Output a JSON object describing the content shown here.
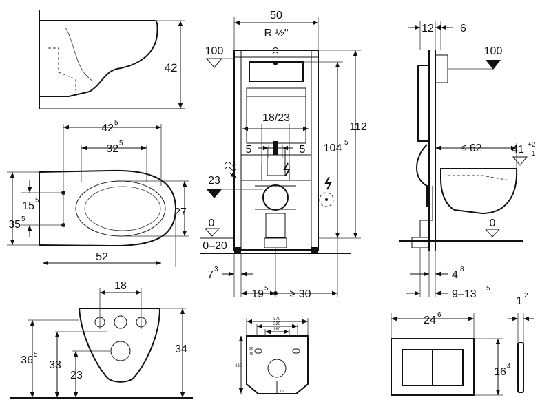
{
  "colors": {
    "line": "#111111",
    "background": "#ffffff"
  },
  "icons": [
    "water-supply-icon",
    "electrical-connection-icon",
    "level-marker-icon",
    "dimension-dot-icon"
  ],
  "bowl_side": {
    "height": "42"
  },
  "bowl_top": {
    "outer_width": "42",
    "outer_width_sup": "5",
    "inner_width": "32",
    "inner_width_sup": "5",
    "height": "27",
    "length": "52",
    "offset": "15",
    "offset_sup": "5",
    "depth": "35",
    "depth_sup": "5"
  },
  "bowl_rear": {
    "bolt_spacing": "18",
    "height_total": "36",
    "height_total_sup": "5",
    "height_mid": "33",
    "height_low": "23",
    "height_bowl": "34"
  },
  "frame_front": {
    "width": "50",
    "connection": "R ½\"",
    "level_top": "100",
    "level_bottom": "0",
    "level_range": "0–20",
    "level_outlet": "23",
    "outlet_spacing": "18/23",
    "offset_left": "5",
    "offset_right": "5",
    "height_inner": "104",
    "height_inner_sup": "5",
    "height_total": "112",
    "foot": "7",
    "foot_sup": "3",
    "spacing": "19",
    "spacing_sup": "5",
    "min_spacing": "≥ 30"
  },
  "frame_side": {
    "width_top": "12",
    "width_top_right": "6",
    "level_top": "100",
    "projection": "≤ 62",
    "bowl_height": "41",
    "tol_plus": "+2",
    "tol_minus": "−1",
    "level_bottom": "0",
    "depth": "4",
    "depth_sup": "8",
    "range": "9–13",
    "range_sup": "5"
  },
  "mat": {
    "width_total": "370",
    "width_mid": "230",
    "width_inner": "180",
    "height": "420",
    "slot_a": "20",
    "slot_b": "40",
    "bottom": "10"
  },
  "flush_plate": {
    "width": "24",
    "width_sup": "6",
    "height": "16",
    "height_sup": "4",
    "thickness": "1",
    "thickness_sup": "2"
  }
}
